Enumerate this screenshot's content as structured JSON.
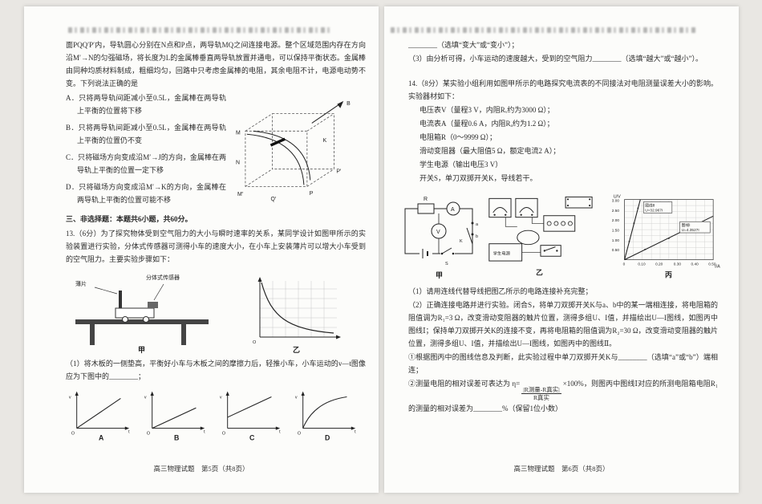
{
  "left": {
    "q12_stem": "面PQQ′P′内，导轨圆心分别在N点和P点，两导轨MQ之间连接电源。整个区域范围内存在方向沿M′→N的匀强磁场，将长度为L的金属棒垂直两导轨放置并通电，可以保持平衡状态。金属棒由同种均质材料制成，粗细均匀，回路中只考虑金属棒的电阻，其余电阻不计，电源电动势不变。下列说法正确的是",
    "options": [
      "A．只将两导轨间距减小至0.5L，金属棒在两导轨上平衡的位置将下移",
      "B．只将两导轨间距减小至0.5L，金属棒在两导轨上平衡的位置仍不变",
      "C．只将磁场方向变成沿M′→J的方向，金属棒在两导轨上平衡的位置一定下移",
      "D．只将磁场方向变成沿M′→K的方向，金属棒在两导轨上平衡的位置可能不移"
    ],
    "section3_header": "三、非选择题：本题共6小题，共60分。",
    "q13_stem": "13.（6分）为了探究物体受到空气阻力的大小与瞬时速率的关系，某同学设计如图甲所示的实验装置进行实验，分体式传感器可测得小车的速度大小，在小车上安装薄片可以增大小车受到的空气阻力。主要实验步骤如下：",
    "q13_part1": "（1）将木板的一侧垫高，平衡好小车与木板之间的摩擦力后，轻推小车，小车运动的v—t图像应为下图中的________；",
    "footer": "高三物理试题　第5页（共8页）",
    "fig_rail": {
      "b": "B",
      "m": "M",
      "n": "N",
      "k": "K",
      "p": "P",
      "p2": "P′",
      "m2": "M′",
      "q": "Q′"
    },
    "fig_cart": {
      "thin_sheet": "薄片",
      "sensor": "分体式传感器",
      "caption": "甲"
    },
    "fig_curve": {
      "caption": "乙"
    },
    "graphs": {
      "v": "v",
      "t": "t",
      "o": "O",
      "labels": [
        "A",
        "B",
        "C",
        "D"
      ]
    }
  },
  "right": {
    "fill_line": "________（选填“变大”或“变小”）；",
    "part3": "（3）由分析可得，小车运动的速度越大，受到的空气阻力________（选填“越大”或“越小”）。",
    "q14_stem": "14.（8分）某实验小组利用如图甲所示的电路探究电流表的不同接法对电阻测量误差大小的影响。实验器材如下：",
    "equipment": [
      "电压表V（量程3 V，内阻Rᵥ约为3000 Ω）；",
      "电流表A（量程0.6 A，内阻Rₐ约为1.2 Ω）；",
      "电阻箱R（0～9999 Ω）；",
      "滑动变阻器（最大阻值5 Ω，额定电流2 A）；",
      "学生电源（输出电压3 V）",
      "开关S，单刀双掷开关K，导线若干。"
    ],
    "q14_part1": "（1）请用连线代替导线把图乙所示的电路连接补充完整；",
    "q14_part2": "（2）正确连接电路并进行实验。闭合S，将单刀双掷开关K与a、b中的某一端相连接，将电阻箱的阻值调为R₁=3 Ω，改变滑动变阻器的触片位置，测得多组U、I值，并描绘出U—I图线，如图丙中图线Ⅰ；保持单刀双掷开关K的连接不变，再将电阻箱的阻值调为R₂=30 Ω，改变滑动变阻器的触片位置，测得多组U、I值，并描绘出U—I图线，如图丙中的图线Ⅱ。",
    "q14_sub1": "①根据图丙中的图线信息及判断，此实验过程中单刀双掷开关K与________（选填“a”或“b”）端相连；",
    "q14_sub2_prefix": "②测量电阻的相对误差可表达为 η=",
    "q14_sub2_frac_num": "|R测量-R真实|",
    "q14_sub2_frac_den": "R真实",
    "q14_sub2_suffix": "×100%，则图丙中图线Ⅰ对应的所测电阻箱电阻R₁的测量的相对误差为________%（保留1位小数）",
    "footer": "高三物理试题　第6页（共8页）",
    "fig_a": {
      "r": "R",
      "am": "A",
      "vm": "V",
      "k": "K",
      "a": "a",
      "b": "b",
      "s": "S",
      "caption": "甲"
    },
    "fig_b": {
      "power": "学生电源",
      "caption": "乙"
    },
    "fig_c": {
      "caption": "丙",
      "ylabel": "U/V",
      "xlabel": "I/A",
      "y_ticks": [
        "3.00",
        "2.50",
        "2.00",
        "1.50",
        "1.00",
        "0.50"
      ],
      "x_ticks": [
        "0",
        "0.10",
        "0.20",
        "0.30",
        "0.40",
        "0.50"
      ],
      "legend_line2_name": "图线Ⅱ",
      "legend_line2_eq": "U=32.967I",
      "legend_line1_name": "图线Ⅰ",
      "legend_line1_eq": "U=4.3527I"
    }
  }
}
